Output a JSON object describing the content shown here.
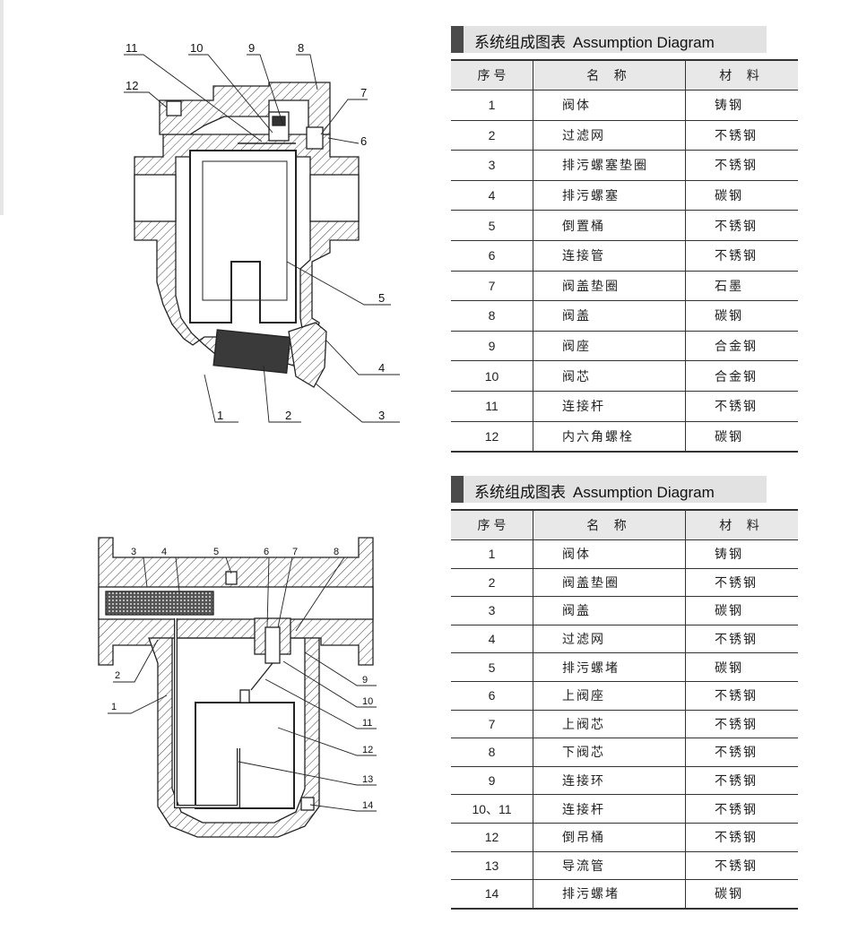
{
  "top_diagram": {
    "callouts": [
      "11",
      "10",
      "9",
      "8",
      "12",
      "7",
      "6",
      "5",
      "4",
      "3",
      "2",
      "1"
    ]
  },
  "bottom_diagram": {
    "callouts": [
      "3",
      "4",
      "5",
      "6",
      "7",
      "8",
      "2",
      "1",
      "9",
      "10",
      "11",
      "12",
      "13",
      "14"
    ]
  },
  "table1": {
    "title_cn": "系统组成图表",
    "title_en": "Assumption Diagram",
    "headers": [
      "序 号",
      "名 称",
      "材 料"
    ],
    "rows": [
      [
        "1",
        "阀体",
        "铸钢"
      ],
      [
        "2",
        "过滤网",
        "不锈钢"
      ],
      [
        "3",
        "排污螺塞垫圈",
        "不锈钢"
      ],
      [
        "4",
        "排污螺塞",
        "碳钢"
      ],
      [
        "5",
        "倒置桶",
        "不锈钢"
      ],
      [
        "6",
        "连接管",
        "不锈钢"
      ],
      [
        "7",
        "阀盖垫圈",
        "石墨"
      ],
      [
        "8",
        "阀盖",
        "碳钢"
      ],
      [
        "9",
        "阀座",
        "合金钢"
      ],
      [
        "10",
        "阀芯",
        "合金钢"
      ],
      [
        "11",
        "连接杆",
        "不锈钢"
      ],
      [
        "12",
        "内六角螺栓",
        "碳钢"
      ]
    ]
  },
  "table2": {
    "title_cn": "系统组成图表",
    "title_en": "Assumption Diagram",
    "headers": [
      "序 号",
      "名 称",
      "材 料"
    ],
    "rows": [
      [
        "1",
        "阀体",
        "铸钢"
      ],
      [
        "2",
        "阀盖垫圈",
        "不锈钢"
      ],
      [
        "3",
        "阀盖",
        "碳钢"
      ],
      [
        "4",
        "过滤网",
        "不锈钢"
      ],
      [
        "5",
        "排污螺堵",
        "碳钢"
      ],
      [
        "6",
        "上阀座",
        "不锈钢"
      ],
      [
        "7",
        "上阀芯",
        "不锈钢"
      ],
      [
        "8",
        "下阀芯",
        "不锈钢"
      ],
      [
        "9",
        "连接环",
        "不锈钢"
      ],
      [
        "10、11",
        "连接杆",
        "不锈钢"
      ],
      [
        "12",
        "倒吊桶",
        "不锈钢"
      ],
      [
        "13",
        "导流管",
        "不锈钢"
      ],
      [
        "14",
        "排污螺堵",
        "碳钢"
      ]
    ]
  },
  "colors": {
    "title_bar": "#4a4a4a",
    "title_bg": "#e2e2e2",
    "line": "#333333"
  }
}
